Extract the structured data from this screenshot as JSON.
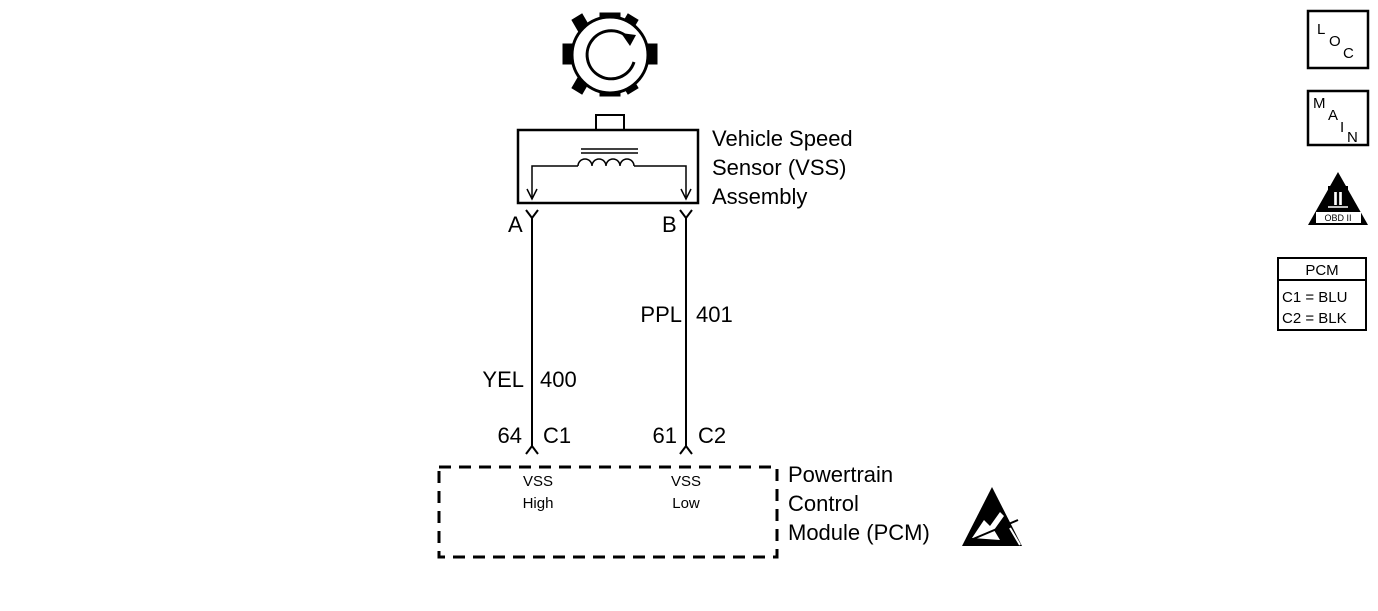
{
  "vss": {
    "title_lines": [
      "Vehicle Speed",
      "Sensor (VSS)",
      "Assembly"
    ],
    "terminal_a": "A",
    "terminal_b": "B"
  },
  "wires": {
    "left": {
      "color": "YEL",
      "circuit": "400",
      "pin": "64",
      "connector": "C1"
    },
    "right": {
      "color": "PPL",
      "circuit": "401",
      "pin": "61",
      "connector": "C2"
    }
  },
  "pcm": {
    "title_lines": [
      "Powertrain",
      "Control",
      "Module (PCM)"
    ],
    "inputs": [
      {
        "line1": "VSS",
        "line2": "High"
      },
      {
        "line1": "VSS",
        "line2": "Low"
      }
    ]
  },
  "legend": {
    "loc": [
      "L",
      "O",
      "C"
    ],
    "main": [
      "M",
      "A",
      "I",
      "N"
    ],
    "obd": {
      "numeral": "II",
      "label": "OBD II"
    },
    "pcm_table": {
      "header": "PCM",
      "rows": [
        "C1 = BLU",
        "C2 = BLK"
      ]
    }
  }
}
